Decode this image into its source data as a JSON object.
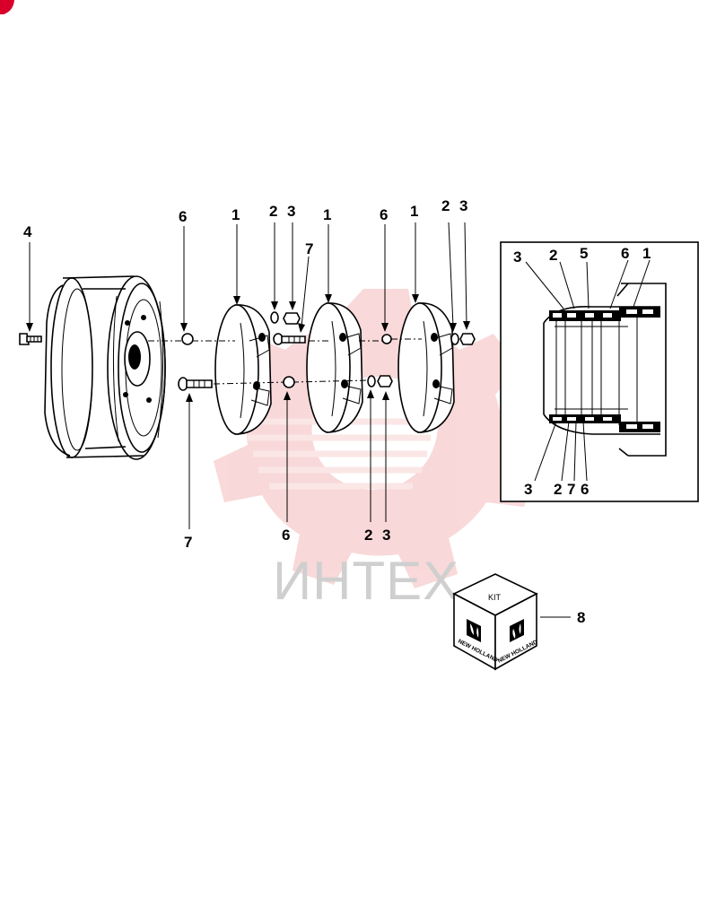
{
  "watermark": {
    "text": "ИНТЕХ",
    "color": "#f4b9b9"
  },
  "callouts": {
    "c4": "4",
    "c6_top_left": "6",
    "c1_a": "1",
    "c2_top_a": "2",
    "c3_top_a": "3",
    "c7_top": "7",
    "c1_b": "1",
    "c6_top_mid": "6",
    "c1_c": "1",
    "c2_top_b": "2",
    "c3_top_b": "3",
    "c7_bottom": "7",
    "c6_bottom": "6",
    "c2_bottom": "2",
    "c3_bottom": "3",
    "c8": "8"
  },
  "inset_callouts": {
    "top": [
      "3",
      "2",
      "5",
      "6",
      "1"
    ],
    "bottom": [
      "3",
      "2",
      "7",
      "6"
    ]
  },
  "kit": {
    "label": "KIT",
    "brand": "NEW HOLLAND"
  }
}
